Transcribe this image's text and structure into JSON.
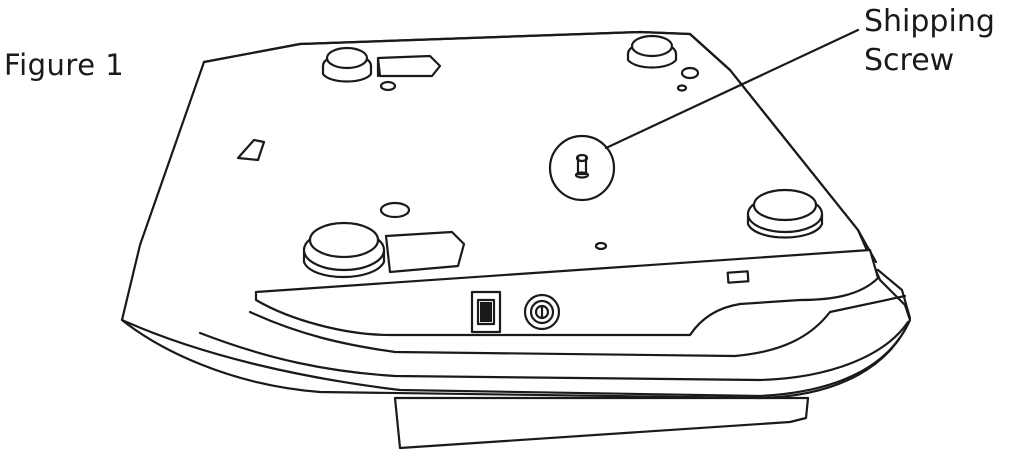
{
  "figure_label": "Figure 1",
  "callout": {
    "line1": "Shipping",
    "line2": "Screw"
  }
}
